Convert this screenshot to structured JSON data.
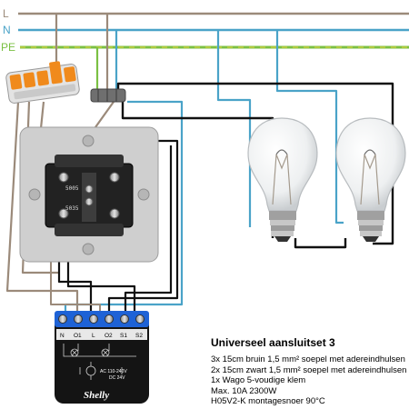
{
  "buses": {
    "l": {
      "label": "L",
      "color": "#9b8a7a"
    },
    "n": {
      "label": "N",
      "color": "#4aa3c8"
    },
    "pe": {
      "label": "PE",
      "color": "#7bc043"
    }
  },
  "shelly": {
    "brand": "Shelly",
    "rating": "AC 110-240V",
    "dc_rating": "DC 24V",
    "terminals": [
      "N",
      "O1",
      "L",
      "O2",
      "S1",
      "S2"
    ]
  },
  "switch": {
    "code_top": "5005",
    "code_bottom": "5035"
  },
  "info": {
    "title": "Universeel aansluitset 3",
    "items": [
      "3x 15cm bruin 1,5 mm² soepel met adereindhulsen",
      "2x 15cm zwart 1,5 mm² soepel met adereindhulsen",
      "1x Wago 5-voudige klem",
      "Max. 10A 2300W",
      "H05V2-K montagesnoer 90°C"
    ]
  },
  "colors": {
    "brown": "#9b8a7a",
    "blue": "#4aa3c8",
    "green": "#7bc043",
    "black": "#111111",
    "terminal_blue": "#1e62d6",
    "wago_orange": "#f08a1c"
  },
  "icons": [
    "lamp-bulb",
    "double-switch",
    "shelly-relay",
    "wago-connector"
  ]
}
